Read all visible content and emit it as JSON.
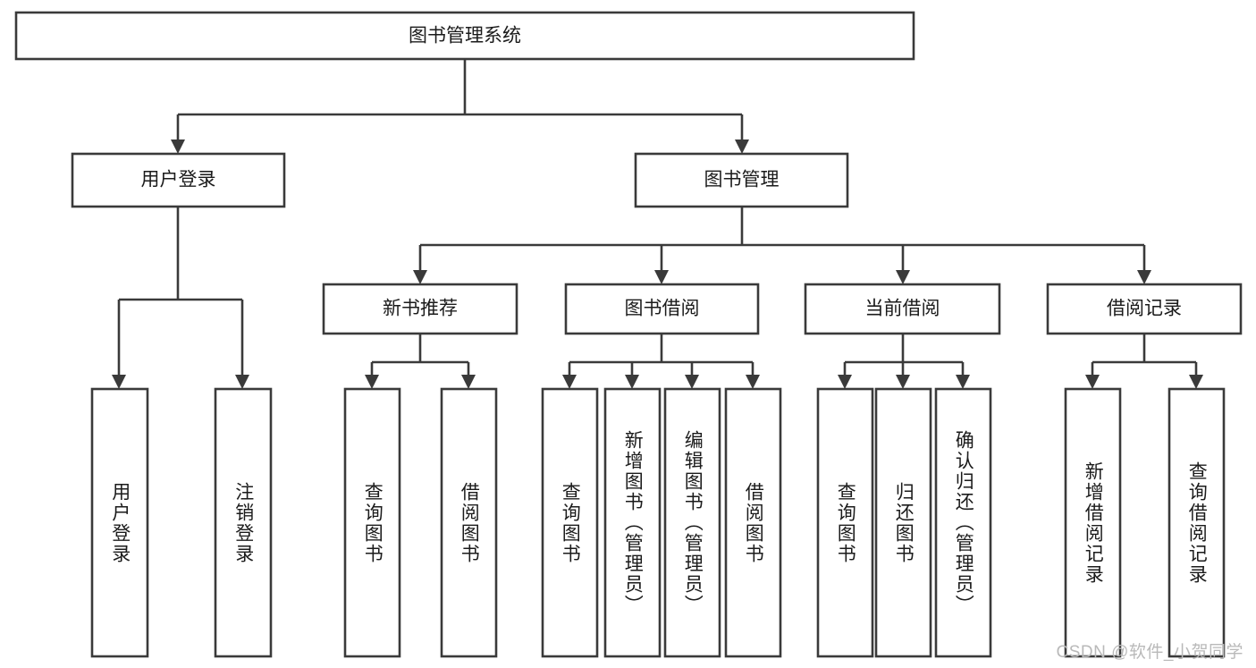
{
  "diagram": {
    "title": "图书管理系统",
    "type": "hierarchy-tree",
    "watermark": "CSDN @软件_小贺同学",
    "colors": {
      "box_stroke": "#3a3a3a",
      "box_fill": "#ffffff",
      "text": "#1b1b1b",
      "background": "#ffffff",
      "watermark": "#b9b9b9"
    },
    "root": {
      "label": "图书管理系统"
    },
    "level1": [
      {
        "label": "用户登录"
      },
      {
        "label": "图书管理"
      }
    ],
    "level2": [
      {
        "label": "新书推荐"
      },
      {
        "label": "图书借阅"
      },
      {
        "label": "当前借阅"
      },
      {
        "label": "借阅记录"
      }
    ],
    "leaves": {
      "user_login": [
        {
          "label": "用户登录"
        },
        {
          "label": "注销登录"
        }
      ],
      "new_book_recommend": [
        {
          "label": "查询图书"
        },
        {
          "label": "借阅图书"
        }
      ],
      "book_borrow": [
        {
          "label": "查询图书"
        },
        {
          "label": "新增图书（管理员）"
        },
        {
          "label": "编辑图书（管理员）"
        },
        {
          "label": "借阅图书"
        }
      ],
      "current_borrow": [
        {
          "label": "查询图书"
        },
        {
          "label": "归还图书"
        },
        {
          "label": "确认归还（管理员）"
        }
      ],
      "borrow_record": [
        {
          "label": "新增借阅记录"
        },
        {
          "label": "查询借阅记录"
        }
      ]
    }
  }
}
